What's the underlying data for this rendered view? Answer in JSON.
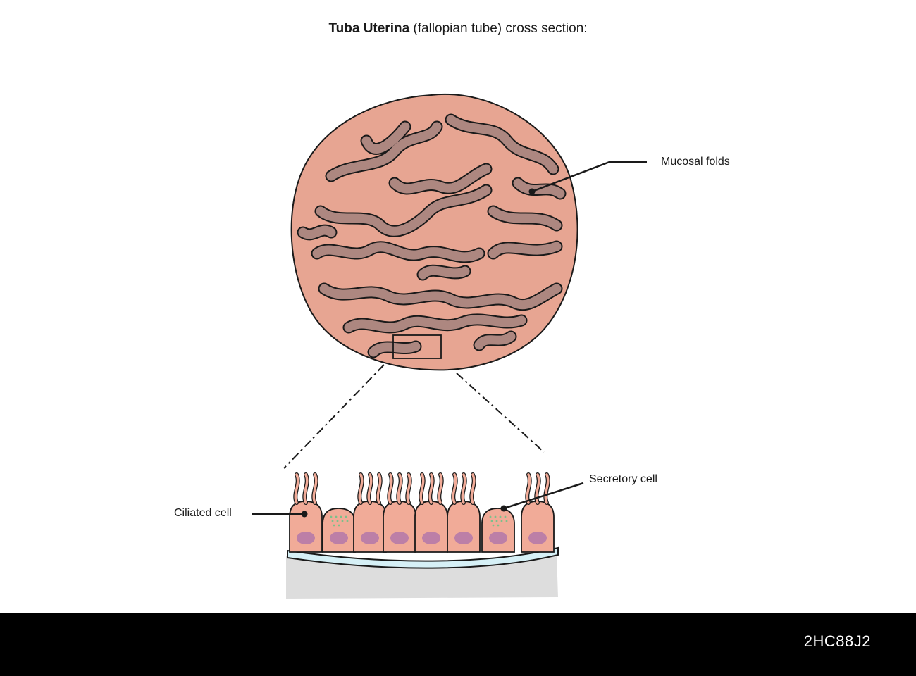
{
  "title": {
    "bold": "Tuba Uterina",
    "rest": " (fallopian tube) cross section:"
  },
  "labels": {
    "mucosal_folds": "Mucosal folds",
    "ciliated_cell": "Ciliated cell",
    "secretory_cell": "Secretory cell"
  },
  "footer": {
    "image_id": "2HC88J2"
  },
  "colors": {
    "tissue": "#e7a592",
    "lumen": "#ad8780",
    "cell": "#f1ab98",
    "nucleus": "#bc7fa7",
    "membrane": "#d6f0f6",
    "connective": "#dddddd",
    "granules": "#7cc08a",
    "outline": "#1a1a1a"
  }
}
